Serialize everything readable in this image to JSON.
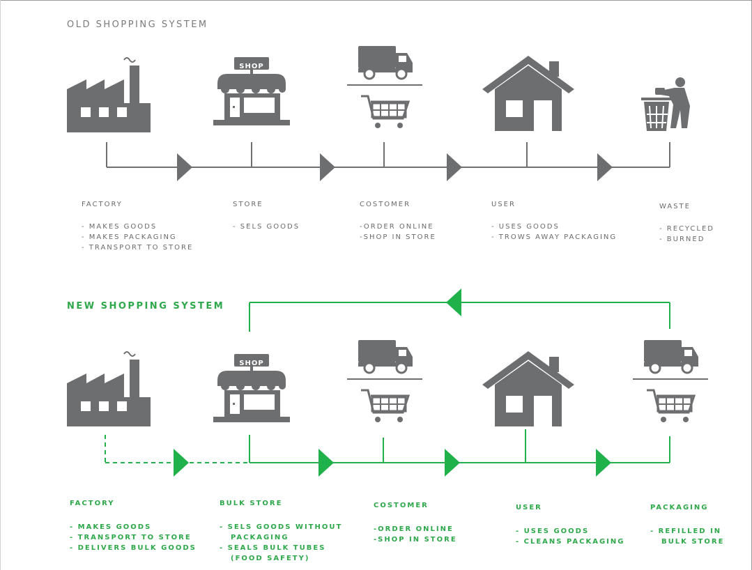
{
  "colors": {
    "gray": "#6d6e70",
    "green": "#21b14b",
    "text_gray": "#6b6b6b",
    "text_green": "#2ea84a"
  },
  "old_system": {
    "title": "Old shopping system",
    "stages": [
      {
        "icon": "factory-icon",
        "title": "Factory",
        "lines": [
          "- Makes goods",
          "- Makes packaging",
          "- Transport to store"
        ]
      },
      {
        "icon": "shop-icon",
        "title": "Store",
        "lines": [
          "- Sels goods"
        ]
      },
      {
        "icon": "truck-cart-icon",
        "title": "Costomer",
        "lines": [
          "-Order online",
          "-Shop in store"
        ]
      },
      {
        "icon": "house-icon",
        "title": "User",
        "lines": [
          "- Uses goods",
          "- Trows away packaging"
        ]
      },
      {
        "icon": "trash-person-icon",
        "title": "Waste",
        "lines": [
          "- Recycled",
          "- Burned"
        ]
      }
    ]
  },
  "new_system": {
    "title": "New shopping system",
    "stages": [
      {
        "icon": "factory-icon",
        "title": "Factory",
        "lines": [
          "- Makes goods",
          "- Transport to store",
          "- delivers bulk goods"
        ]
      },
      {
        "icon": "shop-icon",
        "title": "Bulk store",
        "lines": [
          "- Sels goods without",
          "packaging",
          "- seals bulk tubes",
          "(food safety)"
        ]
      },
      {
        "icon": "truck-cart-icon",
        "title": "Costomer",
        "lines": [
          "-Order online",
          "-Shop in store"
        ]
      },
      {
        "icon": "house-icon",
        "title": "User",
        "lines": [
          "- Uses goods",
          "- Cleans packaging"
        ]
      },
      {
        "icon": "truck-cart-icon",
        "title": "Packaging",
        "lines": [
          "- Refilled in",
          "Bulk store"
        ]
      }
    ]
  },
  "shop_sign_text": "SHOP"
}
